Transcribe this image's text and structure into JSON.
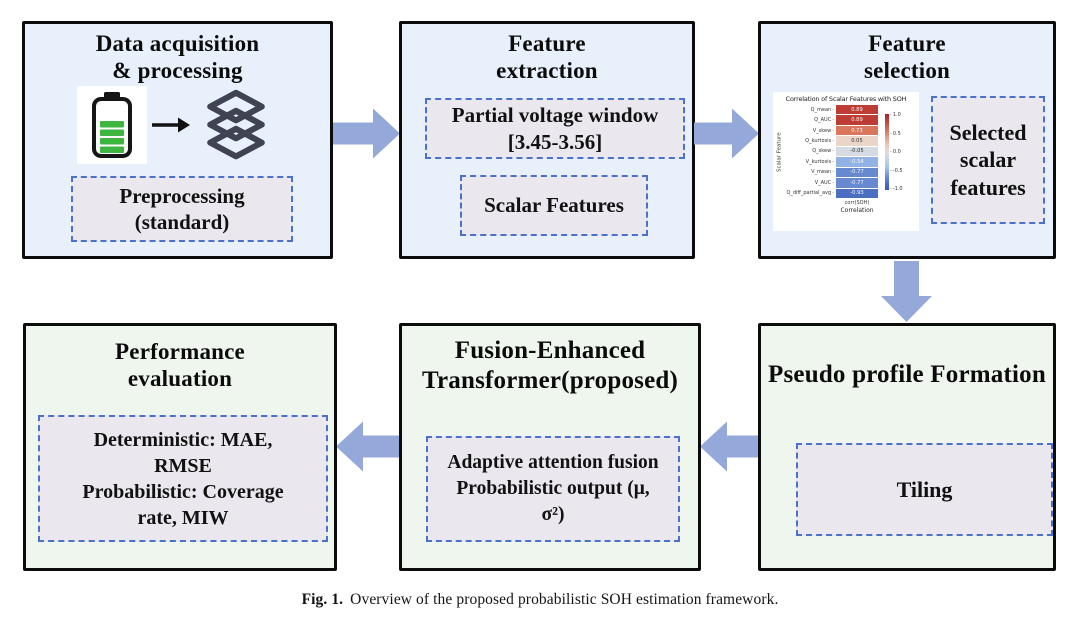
{
  "caption": {
    "label": "Fig. 1.",
    "text": "Overview of the proposed probabilistic SOH estimation framework."
  },
  "colors": {
    "top_box_fill": "#e8f1fb",
    "bottom_box_fill": "#eff6ee",
    "box_border": "#0c0c0c",
    "inner_box_fill": "#eae7ee",
    "inner_box_border": "#4a72c8",
    "flow_arrow": "#94a9da",
    "battery_green": "#3eb53e",
    "layers_icon": "#3f4352"
  },
  "flow": {
    "data_acquisition": {
      "title": "Data acquisition\n& processing",
      "icons": [
        "battery-icon",
        "arrow-right-icon",
        "stacked-layers-icon"
      ],
      "inner": "Preprocessing\n(standard)"
    },
    "feature_extraction": {
      "title": "Feature\nextraction",
      "inner_window": "Partial voltage window\n[3.45-3.56]",
      "inner_scalar": "Scalar Features"
    },
    "feature_selection": {
      "title": "Feature\nselection",
      "inner": "Selected\nscalar\nfeatures"
    },
    "pseudo_profile": {
      "title": "Pseudo profile Formation",
      "inner": "Tiling"
    },
    "fusion_transformer": {
      "title": "Fusion-Enhanced\nTransformer(proposed)",
      "inner": "Adaptive attention fusion\nProbabilistic output (μ,\nσ²)"
    },
    "performance_evaluation": {
      "title": "Performance\nevaluation",
      "inner": "Deterministic: MAE,\nRMSE\nProbabilistic: Coverage\nrate, MIW"
    }
  },
  "chart_data": {
    "type": "heatmap",
    "title": "Correlation of Scalar Features with SOH",
    "ylabel": "Scalar Feature",
    "xlabel": "Correlation",
    "x_tick": "corr(SOH)",
    "rows": [
      "Q_mean",
      "Q_AUC",
      "V_skew",
      "Q_kurtosis",
      "Q_skew",
      "V_kurtosis",
      "V_mean",
      "V_AUC",
      "Q_diff_partial_avg"
    ],
    "values": [
      0.89,
      0.89,
      0.73,
      0.05,
      -0.05,
      -0.54,
      -0.77,
      -0.77,
      -0.93
    ],
    "cell_colors": [
      "#bd3c33",
      "#bd3c33",
      "#d8775b",
      "#e9d6c9",
      "#d5dae3",
      "#92b2e6",
      "#6689d0",
      "#6689d0",
      "#4c6ec1"
    ],
    "colorbar_ticks": [
      1.0,
      0.5,
      0.0,
      -0.5,
      -1.0
    ],
    "colormap": "coolwarm",
    "value_range": [
      -1.0,
      1.0
    ]
  }
}
